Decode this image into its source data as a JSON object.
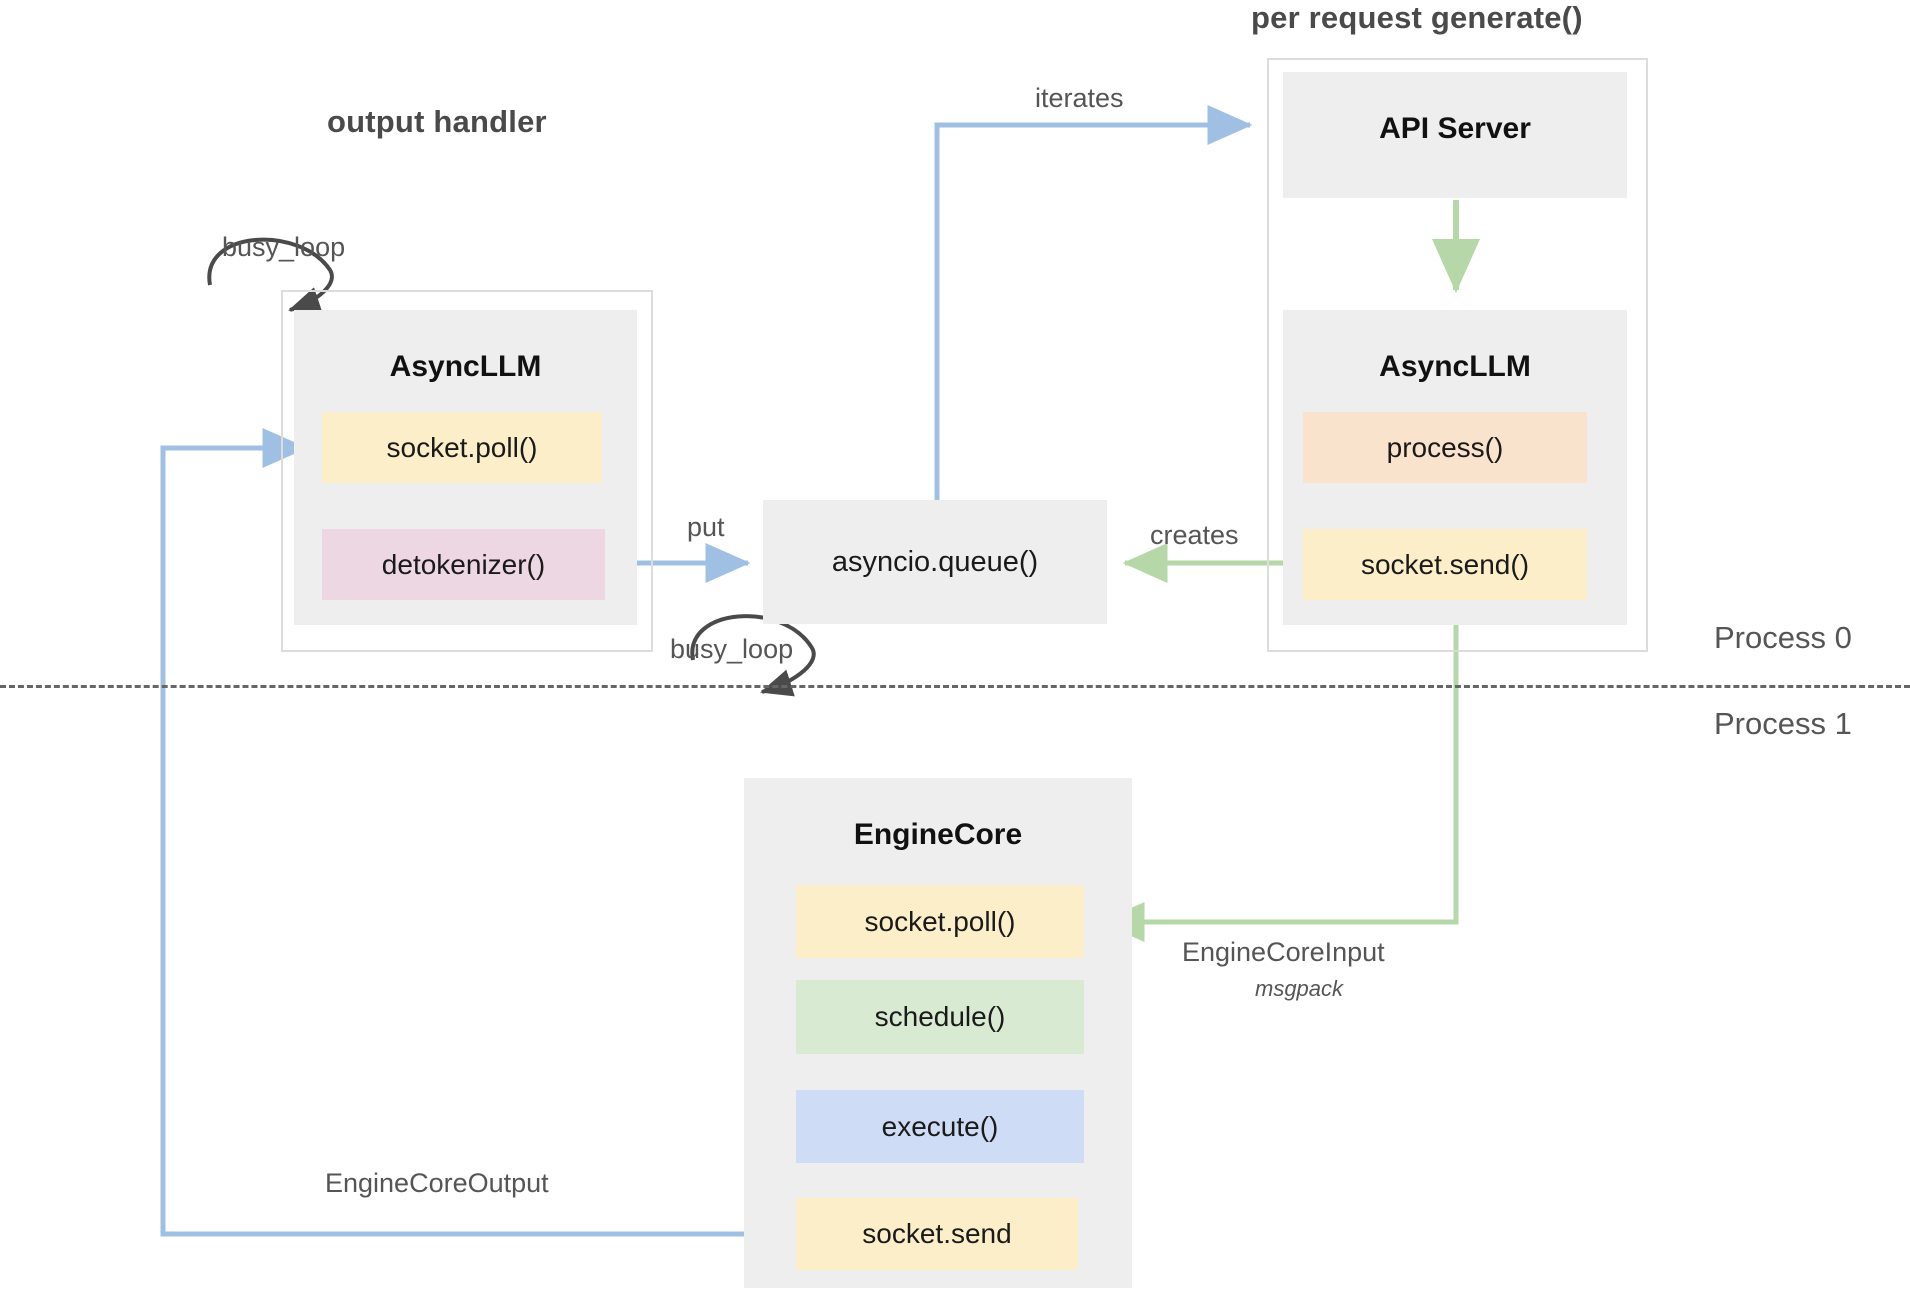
{
  "diagram": {
    "title_output_handler": "output handler",
    "title_per_request": "per request generate()",
    "process_labels": {
      "top": "Process 0",
      "bottom": "Process 1"
    },
    "colors": {
      "panel_gray": "#eeeeee",
      "outer_border": "#dcdcdc",
      "chip_yellow": "#fbeec8",
      "chip_pink": "#ecd7e2",
      "chip_peach": "#fae3cd",
      "chip_green": "#d9ead3",
      "chip_blue": "#cfdcf5",
      "arrow_blue": "#9fc0e3",
      "arrow_green": "#b6d7a8",
      "arrow_dark": "#4a4a4a",
      "text_dark": "#1a1a1a",
      "text_gray": "#555555"
    },
    "nodes": {
      "output_handler_asyncllm": {
        "label": "AsyncLLM",
        "chips": [
          {
            "label": "socket.poll()",
            "color": "chip_yellow"
          },
          {
            "label": "detokenizer()",
            "color": "chip_pink"
          }
        ]
      },
      "api_server": {
        "label": "API Server"
      },
      "request_asyncllm": {
        "label": "AsyncLLM",
        "chips": [
          {
            "label": "process()",
            "color": "chip_peach"
          },
          {
            "label": "socket.send()",
            "color": "chip_yellow"
          }
        ]
      },
      "asyncio_queue": {
        "label": "asyncio.queue()"
      },
      "engine_core": {
        "label": "EngineCore",
        "chips": [
          {
            "label": "socket.poll()",
            "color": "chip_yellow"
          },
          {
            "label": "schedule()",
            "color": "chip_green"
          },
          {
            "label": "execute()",
            "color": "chip_blue"
          },
          {
            "label": "socket.send",
            "color": "chip_yellow"
          }
        ]
      }
    },
    "edges": {
      "busy_loop_output": "busy_loop",
      "busy_loop_engine": "busy_loop",
      "iterates": "iterates",
      "put": "put",
      "creates": "creates",
      "engine_core_input": "EngineCoreInput",
      "engine_core_input_sub": "msgpack",
      "engine_core_output": "EngineCoreOutput"
    }
  }
}
